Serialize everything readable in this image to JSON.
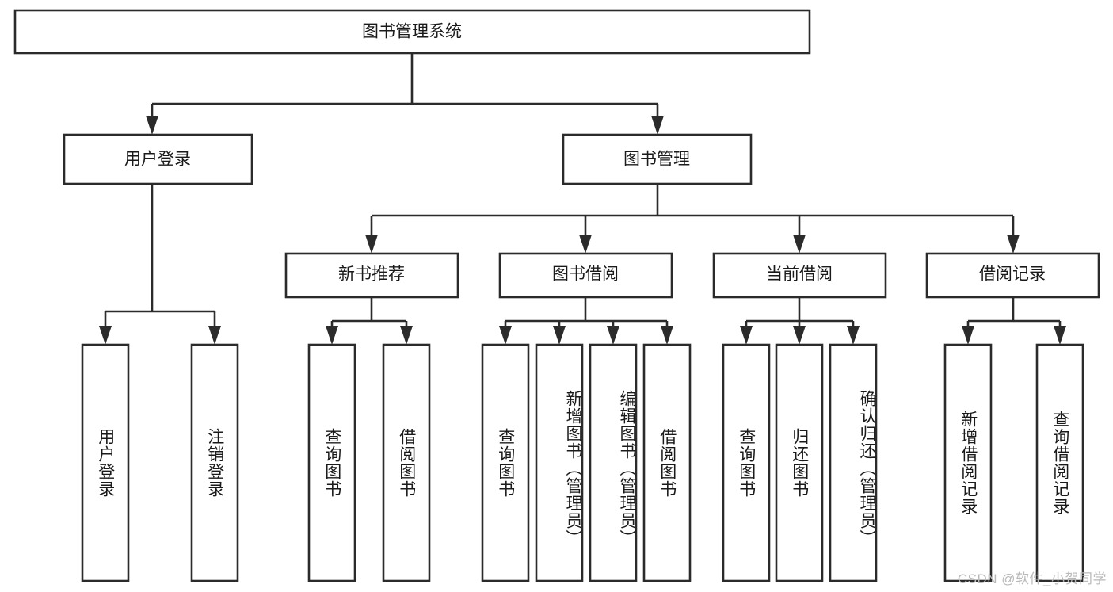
{
  "diagram": {
    "type": "tree",
    "title": "图书管理系统",
    "watermark": "CSDN @软件_小贺同学",
    "colors": {
      "box_stroke": "#2b2b2b",
      "box_fill": "#ffffff",
      "text": "#1a1a1a",
      "background": "#ffffff",
      "watermark": "#b9b9b9"
    },
    "root": {
      "label": "图书管理系统"
    },
    "level2": [
      {
        "label": "用户登录"
      },
      {
        "label": "图书管理"
      }
    ],
    "level3": [
      {
        "label": "新书推荐"
      },
      {
        "label": "图书借阅"
      },
      {
        "label": "当前借阅"
      },
      {
        "label": "借阅记录"
      }
    ],
    "leaves": {
      "user_login": [
        {
          "label": "用户登录"
        },
        {
          "label": "注销登录"
        }
      ],
      "new_book": [
        {
          "label": "查询图书"
        },
        {
          "label": "借阅图书"
        }
      ],
      "book_borrow": [
        {
          "label": "查询图书"
        },
        {
          "label": "新增图书（管理员）"
        },
        {
          "label": "编辑图书（管理员）"
        },
        {
          "label": "借阅图书"
        }
      ],
      "current_borrow": [
        {
          "label": "查询图书"
        },
        {
          "label": "归还图书"
        },
        {
          "label": "确认归还（管理员）"
        }
      ],
      "borrow_record": [
        {
          "label": "新增借阅记录"
        },
        {
          "label": "查询借阅记录"
        }
      ]
    }
  }
}
